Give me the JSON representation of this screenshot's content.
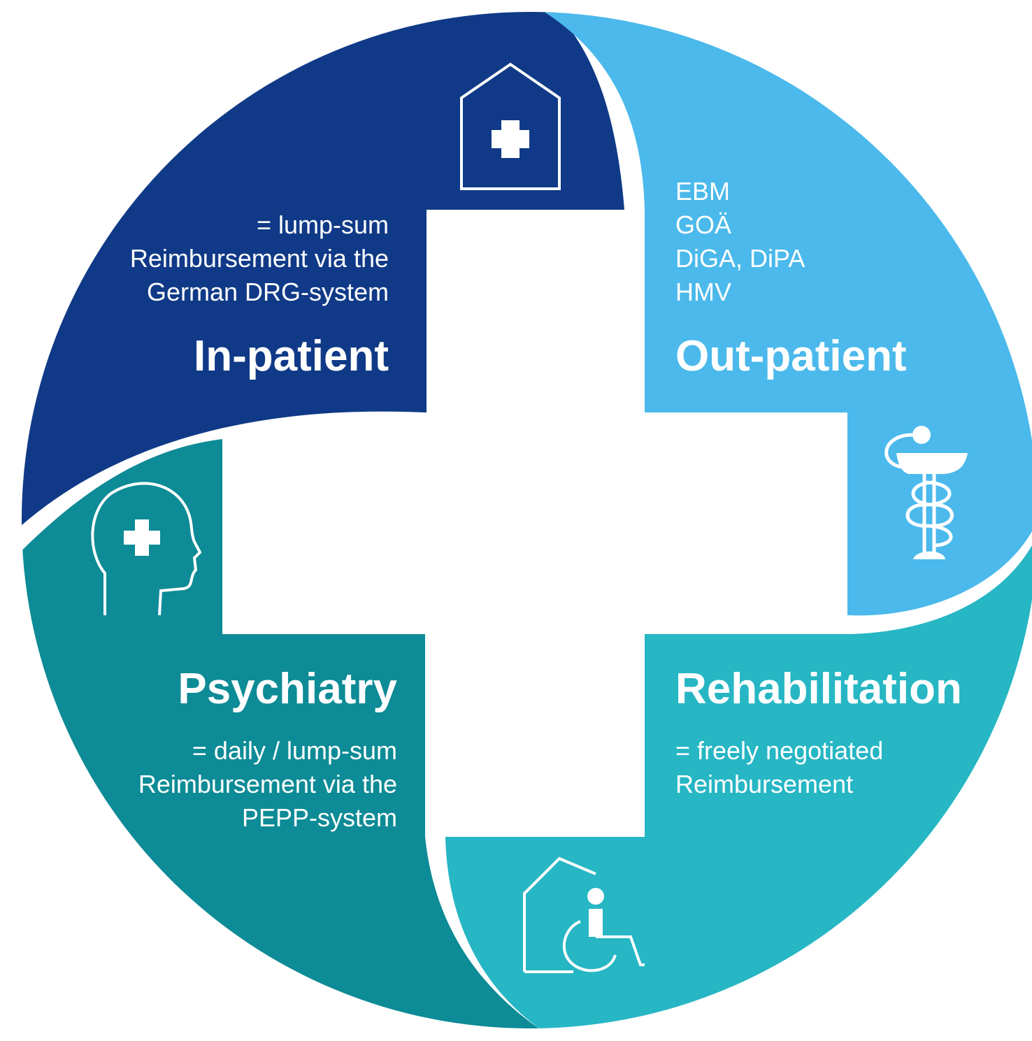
{
  "colors": {
    "in_patient": "#103a87",
    "out_patient": "#4bb9eb",
    "rehabilitation": "#26b6c4",
    "psychiatry": "#0d8b96",
    "cross": "#ffffff"
  },
  "quadrants": {
    "in_patient": {
      "title": "In-patient",
      "description": "= lump-sum\nReimbursement via the\nGerman DRG-system",
      "icon": "hospital-icon"
    },
    "out_patient": {
      "title": "Out-patient",
      "description": "EBM\nGOÄ\nDiGA, DiPA\nHMV",
      "icon": "caduceus-icon"
    },
    "rehabilitation": {
      "title": "Rehabilitation",
      "description": "= freely negotiated\nReimbursement",
      "icon": "wheelchair-home-icon"
    },
    "psychiatry": {
      "title": "Psychiatry",
      "description": "= daily / lump-sum\nReimbursement via the\nPEPP-system",
      "icon": "head-cross-icon"
    }
  }
}
